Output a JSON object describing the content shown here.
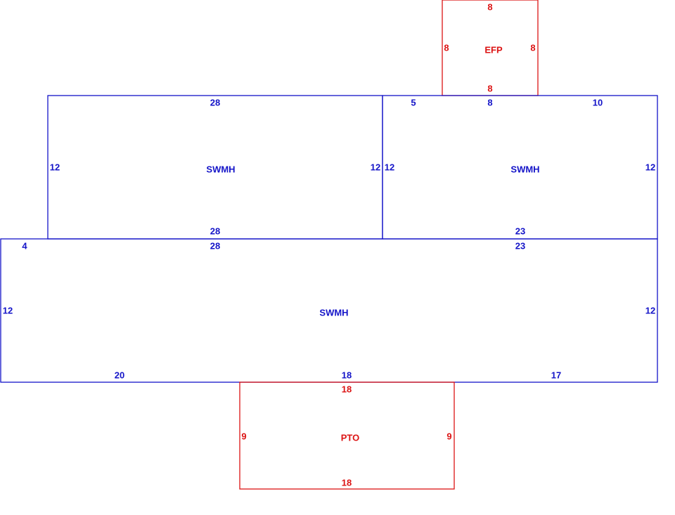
{
  "colors": {
    "swmh": "#1414c8",
    "addition": "#dc1414",
    "background": "#ffffff"
  },
  "areas": {
    "efp": {
      "name": "EFP",
      "top": "8",
      "left": "8",
      "right": "8",
      "bottom": "8"
    },
    "swmh_upper_left": {
      "name": "SWMH",
      "top": "28",
      "left": "12",
      "right": "12",
      "bottom": "28"
    },
    "swmh_upper_right": {
      "name": "SWMH",
      "top_a": "5",
      "top_b": "8",
      "top_c": "10",
      "left": "12",
      "right": "12",
      "bottom": "23"
    },
    "swmh_main": {
      "name": "SWMH",
      "top_a": "4",
      "top_b": "28",
      "top_c": "23",
      "left": "12",
      "right": "12",
      "bottom_a": "20",
      "bottom_b": "18",
      "bottom_c": "17"
    },
    "pto": {
      "name": "PTO",
      "top": "18",
      "left": "9",
      "right": "9",
      "bottom": "18"
    }
  }
}
